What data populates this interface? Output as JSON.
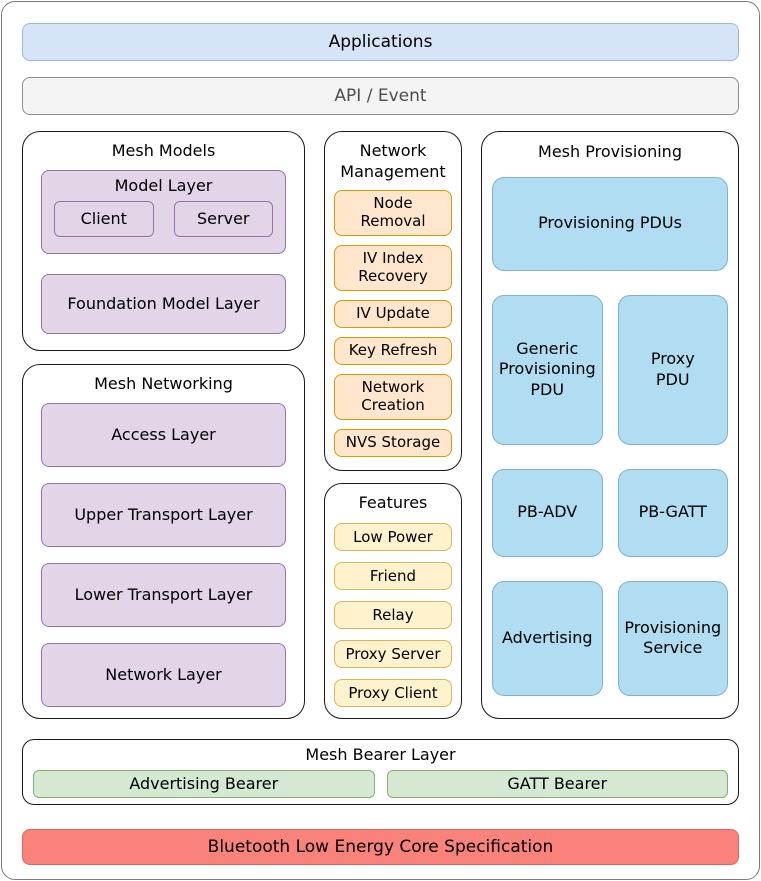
{
  "top": {
    "applications": "Applications",
    "api_event": "API / Event"
  },
  "mesh_models": {
    "title": "Mesh Models",
    "model_layer": {
      "title": "Model Layer",
      "client": "Client",
      "server": "Server"
    },
    "foundation": "Foundation Model Layer"
  },
  "mesh_networking": {
    "title": "Mesh Networking",
    "layers": [
      "Access Layer",
      "Upper Transport Layer",
      "Lower Transport Layer",
      "Network Layer"
    ]
  },
  "network_management": {
    "title": "Network Management",
    "items": [
      "Node Removal",
      "IV Index Recovery",
      "IV Update",
      "Key Refresh",
      "Network Creation",
      "NVS Storage"
    ]
  },
  "features": {
    "title": "Features",
    "items": [
      "Low Power",
      "Friend",
      "Relay",
      "Proxy Server",
      "Proxy Client"
    ]
  },
  "mesh_provisioning": {
    "title": "Mesh Provisioning",
    "pdus": "Provisioning PDUs",
    "cells": [
      "Generic Provisioning PDU",
      "Proxy PDU",
      "PB-ADV",
      "PB-GATT",
      "Advertising",
      "Provisioning Service"
    ]
  },
  "mesh_bearer": {
    "title": "Mesh Bearer Layer",
    "advertising": "Advertising Bearer",
    "gatt": "GATT Bearer"
  },
  "bottom": {
    "ble": "Bluetooth Low Energy Core Specification"
  },
  "colors": {
    "applications_fill": "#D6E4F7",
    "api_event_fill": "#F4F4F4",
    "model_fill": "#E1D5E7",
    "model_border": "#9673A6",
    "management_fill": "#FFE6CC",
    "management_border": "#D79B00",
    "features_fill": "#FFF2CC",
    "features_border": "#D6B656",
    "provisioning_fill": "#B0DDF1",
    "bearer_fill": "#D5E8D4",
    "bearer_border": "#82B366",
    "ble_fill": "#F9837B"
  }
}
